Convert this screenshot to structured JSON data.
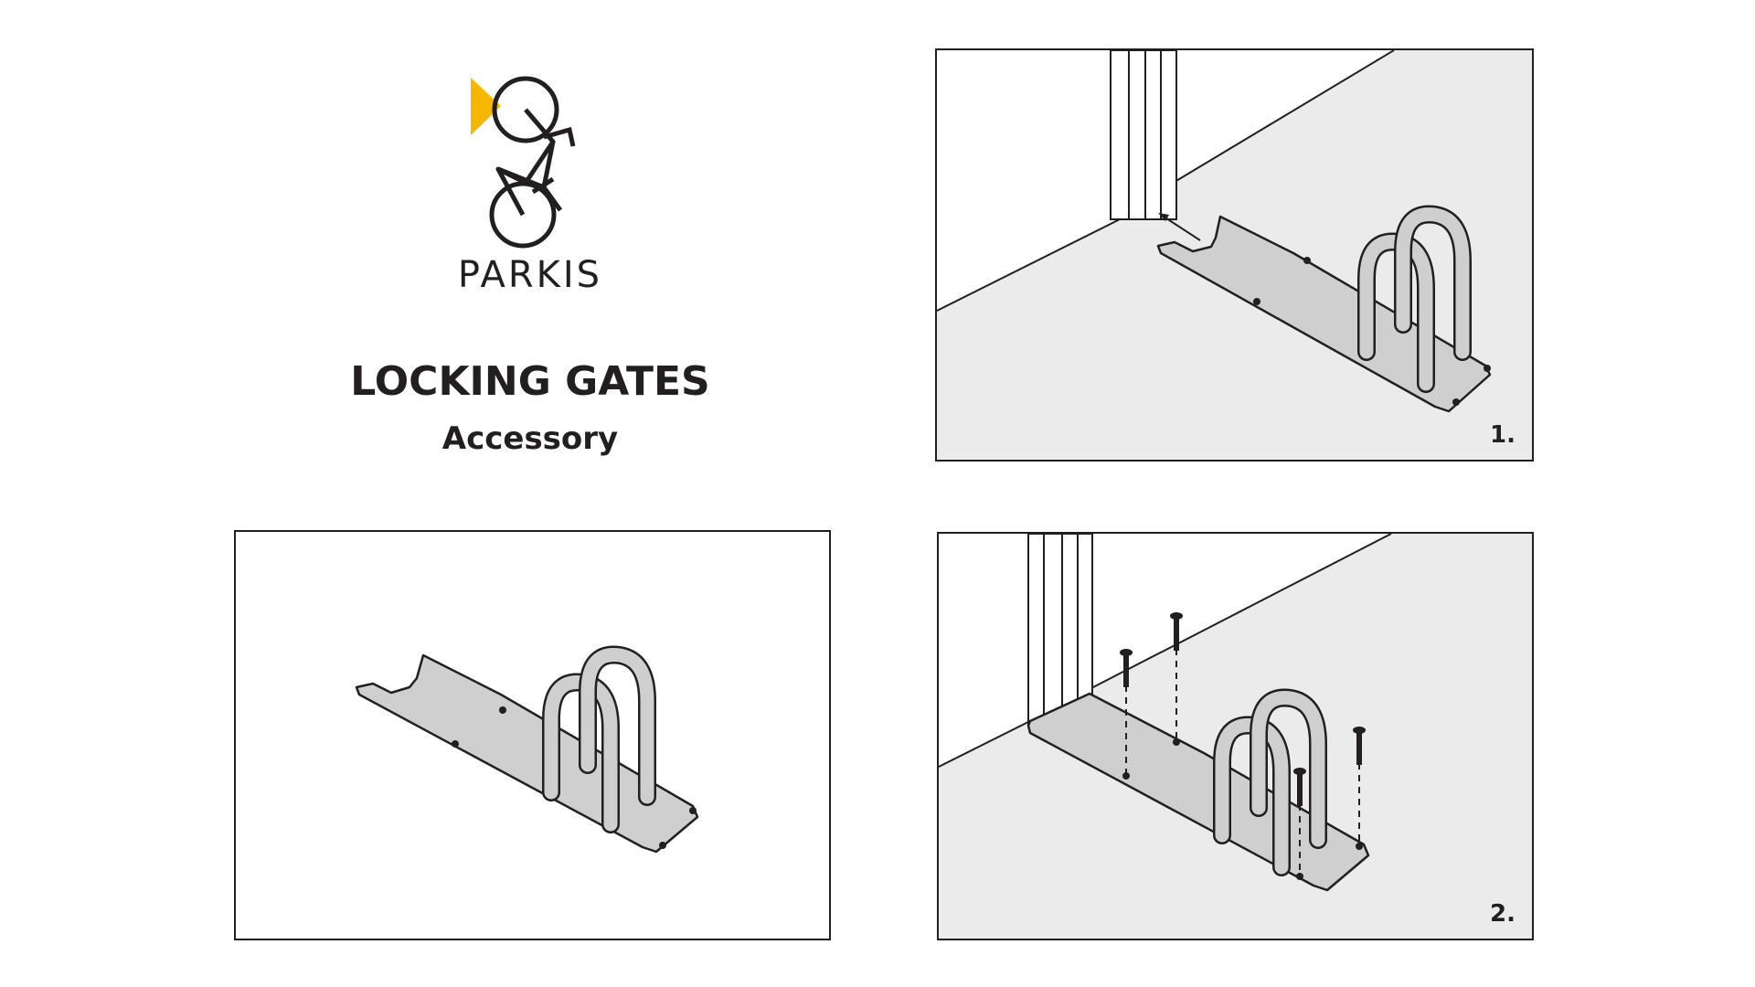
{
  "logo": {
    "brand": "PARKIS",
    "accent_color": "#f5b700",
    "icon": "vertical-bicycle-icon"
  },
  "heading": {
    "title": "LOCKING GATES",
    "subtitle": "Accessory"
  },
  "panels": {
    "step1": {
      "label": "1."
    },
    "step2": {
      "label": "2."
    }
  },
  "colors": {
    "ink": "#231f20",
    "floor": "#ebebeb",
    "metal": "#cfcfcf"
  }
}
